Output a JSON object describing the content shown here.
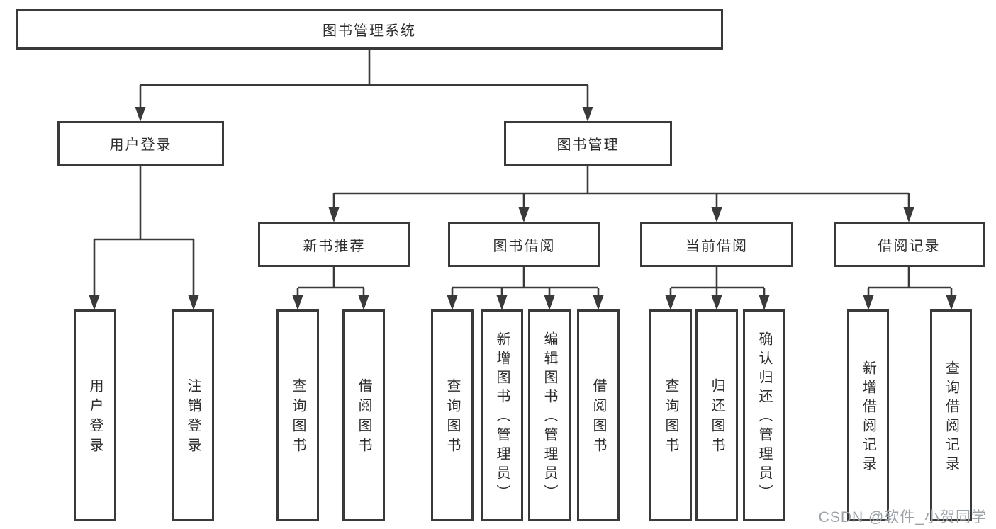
{
  "diagram": {
    "title": "图书管理系统",
    "branches": {
      "user_login": {
        "label": "用户登录",
        "children": {
          "login": "用户登录",
          "logout": "注销登录"
        }
      },
      "book_mgmt": {
        "label": "图书管理",
        "sections": {
          "new_book": {
            "label": "新书推荐",
            "children": {
              "query": "查询图书",
              "borrow": "借阅图书"
            }
          },
          "borrow": {
            "label": "图书借阅",
            "children": {
              "query": "查询图书",
              "add": "新增图书（管理员）",
              "edit": "编辑图书（管理员）",
              "borrow": "借阅图书"
            }
          },
          "current": {
            "label": "当前借阅",
            "children": {
              "query": "查询图书",
              "return": "归还图书",
              "confirm": "确认归还（管理员）"
            }
          },
          "records": {
            "label": "借阅记录",
            "children": {
              "add": "新增借阅记录",
              "query": "查询借阅记录"
            }
          }
        }
      }
    }
  },
  "watermark": {
    "text": "CSDN @软件_小贺同学",
    "color": "#9ba2a8"
  },
  "colors": {
    "line": "#3a3a3a",
    "text": "#2d2d2d",
    "background": "#ffffff"
  }
}
